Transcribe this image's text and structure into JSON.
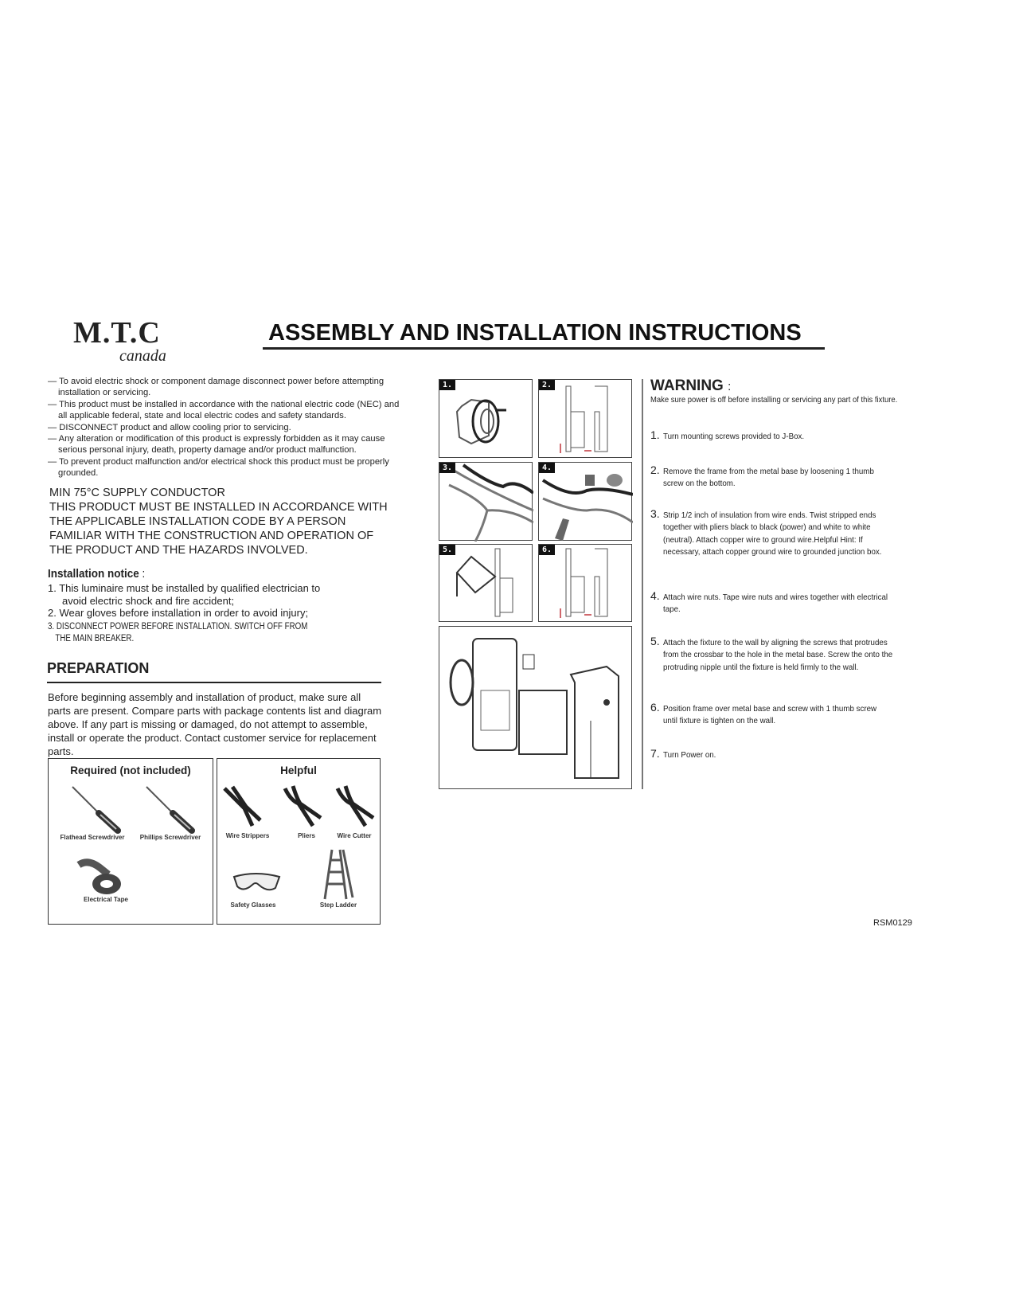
{
  "logo": {
    "main": "M.T.C",
    "sub": "canada"
  },
  "title": "ASSEMBLY AND INSTALLATION INSTRUCTIONS",
  "safety_notes": [
    "— To avoid electric shock or component damage disconnect power before attempting installation or servicing.",
    "— This product must be installed in accordance with the national electric code (NEC) and all applicable federal, state and local electric codes and safety standards.",
    "— DISCONNECT product and allow cooling prior to servicing.",
    "— Any alteration or modification of this product is expressly forbidden as it may cause serious personal injury, death, property damage and/or product malfunction.",
    "— To prevent product malfunction and/or electrical shock this product must be properly grounded."
  ],
  "supply_notice": [
    "MIN 75°C SUPPLY CONDUCTOR",
    "THIS PRODUCT MUST BE INSTALLED IN ACCORDANCE WITH",
    "THE APPLICABLE INSTALLATION CODE BY A PERSON",
    "FAMILIAR WITH THE CONSTRUCTION AND OPERATION OF",
    "THE PRODUCT AND THE HAZARDS INVOLVED."
  ],
  "installation_notice": {
    "heading": "Installation notice",
    "colon": ":",
    "items": [
      "1. This luminaire must be installed by qualified electrician to",
      "avoid electric shock and fire accident;",
      "2. Wear gloves before installation in order to avoid injury;",
      "3. DISCONNECT POWER BEFORE INSTALLATION. SWITCH OFF FROM",
      "THE MAIN BREAKER."
    ]
  },
  "preparation": {
    "heading": "PREPARATION",
    "text": "Before beginning assembly and installation of product, make sure all parts are present. Compare parts with package contents list and diagram above. If any part is missing or damaged, do not attempt to assemble, install or operate the product. Contact customer service for replacement parts."
  },
  "tools": {
    "required": {
      "heading": "Required (not included)",
      "items": [
        "Flathead Screwdriver",
        "Phillips Screwdriver",
        "Electrical Tape"
      ]
    },
    "helpful": {
      "heading": "Helpful",
      "items": [
        "Wire Strippers",
        "Pliers",
        "Wire Cutter",
        "Safety Glasses",
        "Step Ladder"
      ]
    }
  },
  "diagram_labels": [
    "1.",
    "2.",
    "3.",
    "4.",
    "5.",
    "6."
  ],
  "warning": {
    "heading": "WARNING",
    "colon": ":",
    "text": "Make sure power is off before installing or servicing any part of this fixture."
  },
  "steps": [
    {
      "n": "1.",
      "text": "Turn mounting screws provided to J-Box."
    },
    {
      "n": "2.",
      "text": "Remove the frame from the metal base by loosening 1 thumb screw on the bottom."
    },
    {
      "n": "3.",
      "text": "Strip 1/2 inch of insulation from wire ends. Twist stripped ends together with pliers black to black (power) and white to white (neutral). Attach copper wire to ground wire.Helpful Hint: If necessary, attach copper ground wire to grounded junction box."
    },
    {
      "n": "4.",
      "text": "Attach wire nuts. Tape  wire nuts and wires together with electrical tape."
    },
    {
      "n": "5.",
      "text": "Attach the fixture to the wall by aligning the screws that protrudes from the crossbar to the hole in the metal base. Screw the  onto the protruding nipple until the fixture is held firmly to the wall."
    },
    {
      "n": "6.",
      "text": "Position frame over metal base and screw with 1 thumb screw until fixture is tighten on the wall."
    },
    {
      "n": "7.",
      "text": "Turn Power on."
    }
  ],
  "doc_code": "RSM0129",
  "colors": {
    "arrow": "#c0343a",
    "text": "#222222"
  }
}
